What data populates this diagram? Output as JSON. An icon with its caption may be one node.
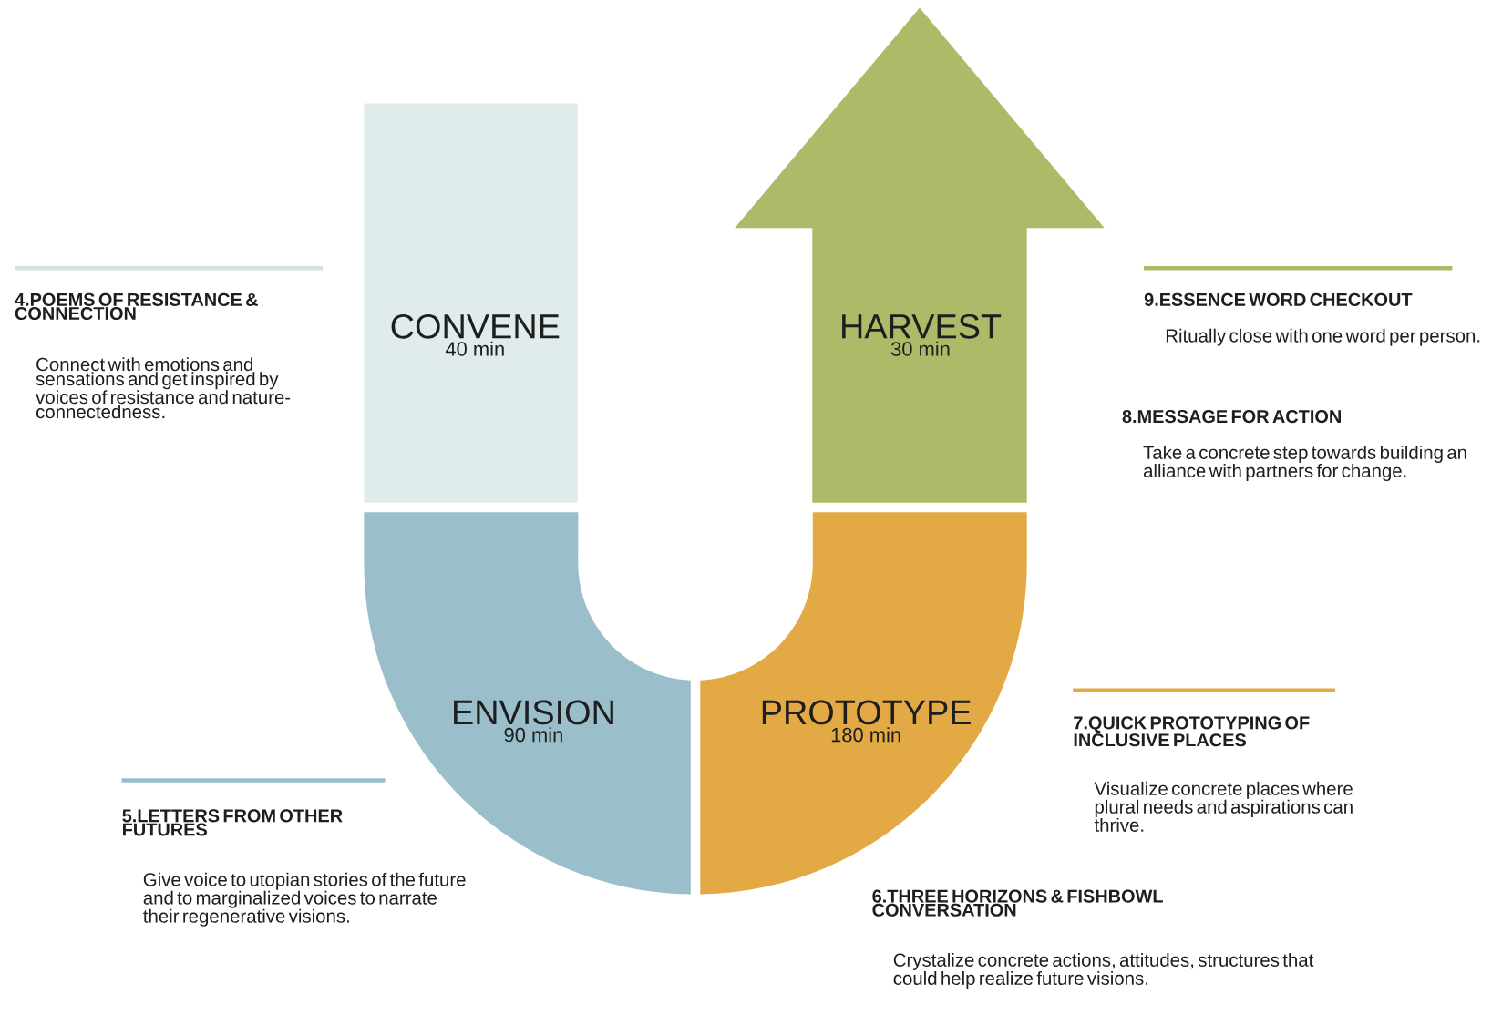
{
  "diagram": {
    "nodes": [
      {
        "text": [
          "CONVENE",
          "40 min"
        ]
      },
      {
        "text": [
          "HARVEST",
          "30 min"
        ]
      },
      {
        "text": [
          "ENVISION",
          "90 min"
        ]
      },
      {
        "text": [
          "PROTOTYPE",
          "180 min"
        ]
      }
    ],
    "labels": [
      "4.POEMS OF RESISTANCE & CONNECTION",
      "Connect with emotions and sensations and get inspired by voices of resistance and nature-connectedness.",
      "9.ESSENCE WORD CHECKOUT",
      "Ritually close with one word per person.",
      "8.MESSAGE FOR ACTION",
      "Take a concrete step towards building an alliance with partners for change.",
      "7.QUICK PROTOTYPING OF INCLUSIVE PLACES",
      "Visualize concrete places where plural needs and aspirations can thrive.",
      "5.LETTERS FROM OTHER FUTURES",
      "Give voice to utopian stories of the future and to marginalized voices to narrate their regenerative visions.",
      "6.THREE HORIZONS & FISHBOWL CONVERSATION",
      "Crystalize concrete actions, attitudes, structures that could help realize future visions."
    ]
  }
}
